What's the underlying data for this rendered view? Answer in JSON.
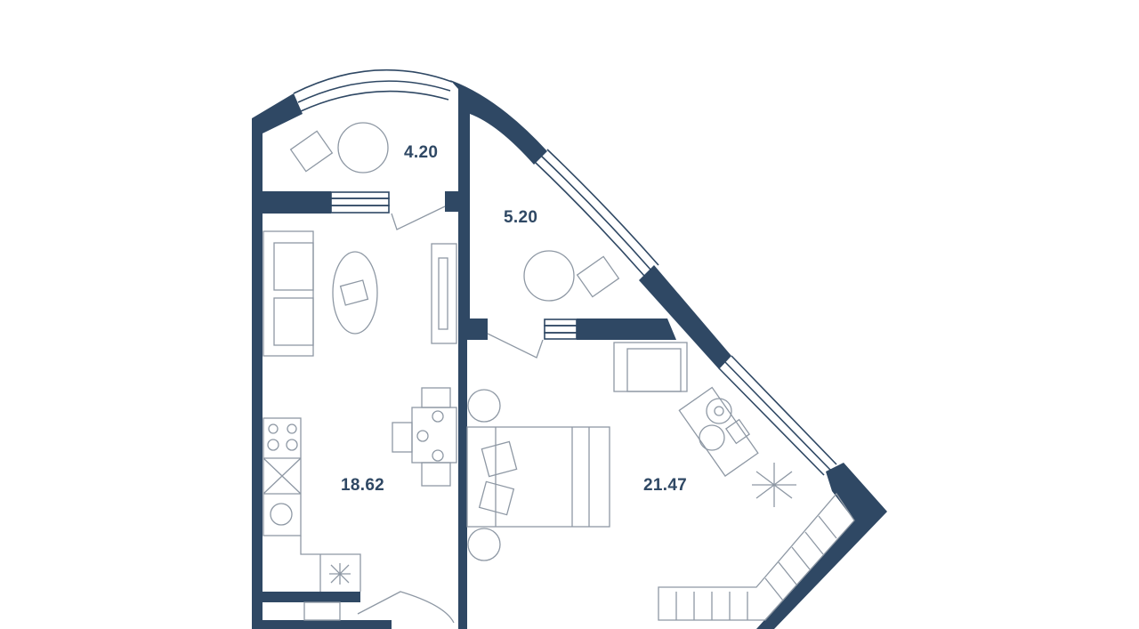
{
  "plan": {
    "wall_color": "#2f4864",
    "rooms": [
      {
        "name": "balcony-left",
        "area": "4.20"
      },
      {
        "name": "balcony-right",
        "area": "5.20"
      },
      {
        "name": "kitchen-living",
        "area": "18.62"
      },
      {
        "name": "bedroom",
        "area": "21.47"
      }
    ]
  }
}
